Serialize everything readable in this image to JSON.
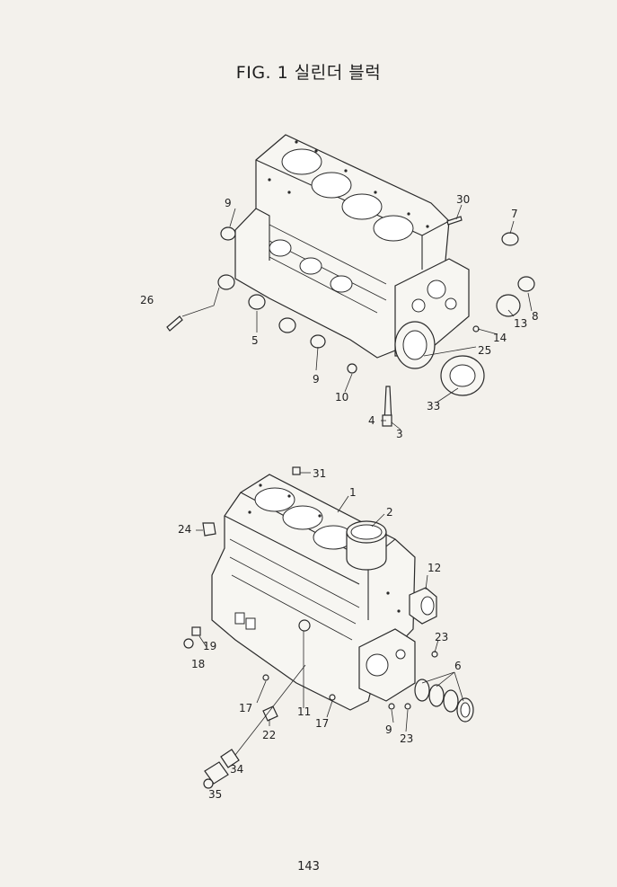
{
  "page": {
    "title": "FIG. 1 실린더 블럭",
    "page_number": "143"
  },
  "upper_view": {
    "callouts": [
      "9",
      "30",
      "7",
      "26",
      "5",
      "9",
      "10",
      "8",
      "13",
      "14",
      "25",
      "33",
      "4",
      "3"
    ]
  },
  "lower_view": {
    "callouts": [
      "31",
      "1",
      "2",
      "24",
      "12",
      "19",
      "18",
      "23",
      "6",
      "17",
      "11",
      "17",
      "9",
      "23",
      "22",
      "34",
      "35"
    ]
  }
}
